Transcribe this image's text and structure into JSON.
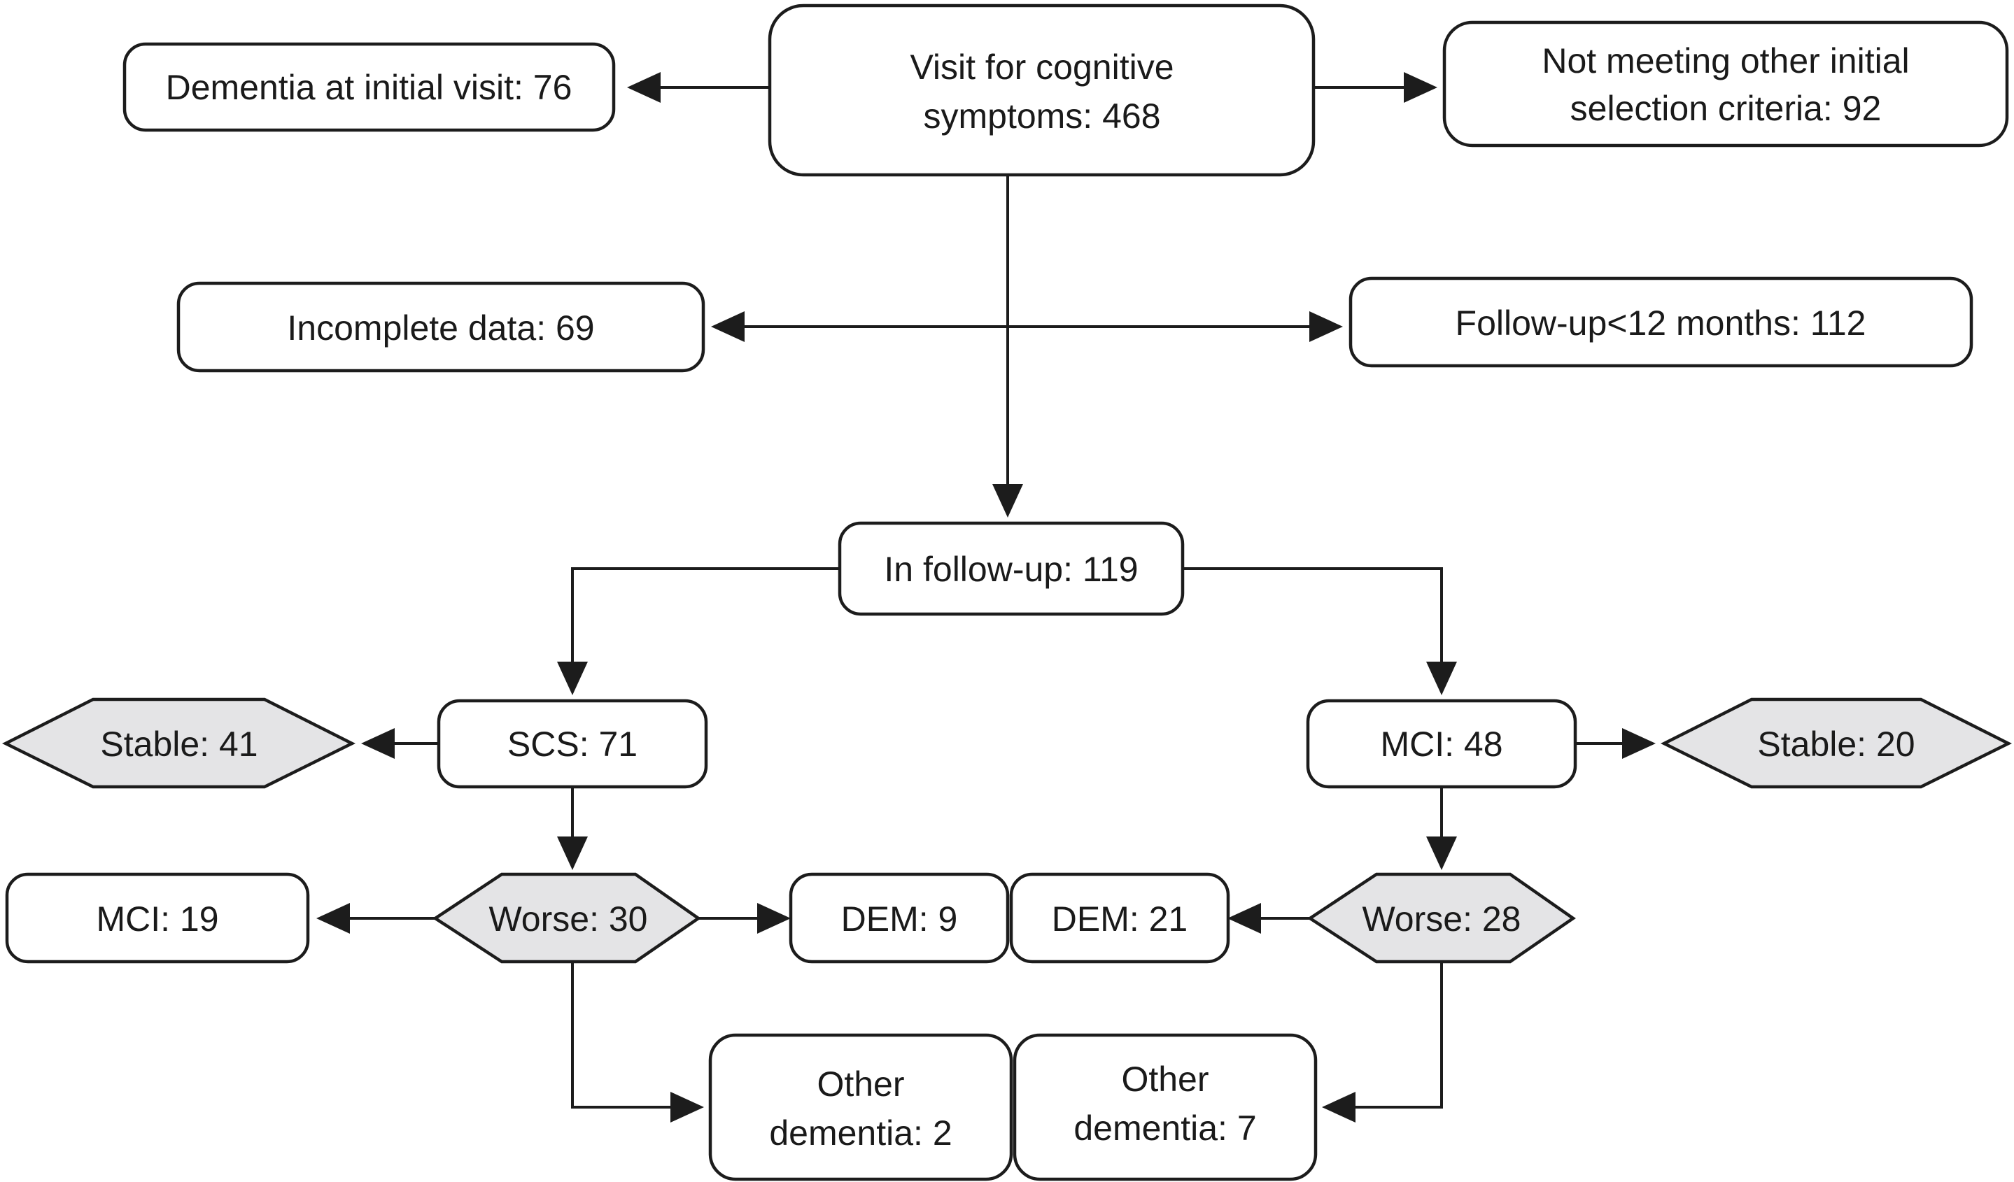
{
  "figure": {
    "type": "patient-flow-diagram",
    "background_color": "#ffffff",
    "stroke_color": "#1c1c1c",
    "hexagon_fill_color": "#e4e4e6",
    "box_fill_color": "#ffffff",
    "text_color": "#1a1a1a"
  },
  "nodes": {
    "visit": {
      "line1": "Visit for cognitive",
      "line2": "symptoms: 468"
    },
    "dementia_initial": {
      "label": "Dementia at initial visit: 76"
    },
    "not_meeting": {
      "line1": "Not meeting other initial",
      "line2": "selection criteria: 92"
    },
    "incomplete": {
      "label": "Incomplete data: 69"
    },
    "followup_lt12": {
      "label": "Follow-up<12 months: 112"
    },
    "in_followup": {
      "label": "In follow-up: 119"
    },
    "scs": {
      "label": "SCS: 71"
    },
    "mci_branch": {
      "label": "MCI: 48"
    },
    "stable_scs": {
      "label": "Stable: 41"
    },
    "stable_mci": {
      "label": "Stable: 20"
    },
    "worse_scs": {
      "label": "Worse: 30"
    },
    "worse_mci": {
      "label": "Worse: 28"
    },
    "mci_outcome": {
      "label": "MCI: 19"
    },
    "dem_scs": {
      "label": "DEM: 9"
    },
    "dem_mci": {
      "label": "DEM: 21"
    },
    "other_dementia_scs": {
      "line1": "Other",
      "line2": "dementia: 2"
    },
    "other_dementia_mci": {
      "line1": "Other",
      "line2": "dementia: 7"
    }
  }
}
